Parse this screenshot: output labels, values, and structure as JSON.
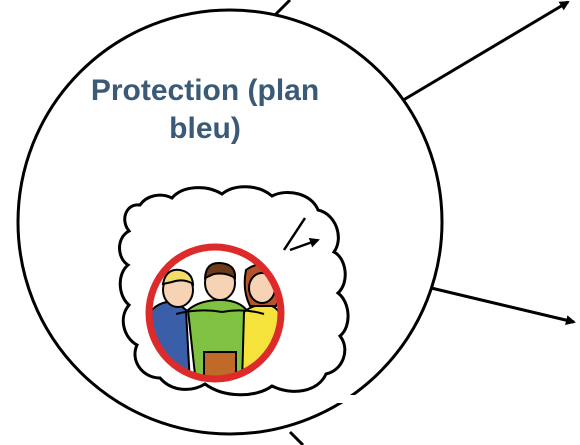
{
  "diagram": {
    "node": {
      "title_line1": "Protection (plan",
      "title_line2": "bleu)",
      "title_color": "#3a5a78",
      "outline_color": "#000000",
      "illustration": {
        "icon": "group-of-people-icon",
        "ring_color": "#dd2a2a",
        "cloud_outline_color": "#000000"
      }
    },
    "connectors": [
      {
        "name": "arrow-top-left",
        "direction": "up-right"
      },
      {
        "name": "arrow-top-right",
        "direction": "up-right"
      },
      {
        "name": "arrow-bottom-right",
        "direction": "right"
      },
      {
        "name": "line-bottom",
        "direction": "down-right"
      }
    ]
  }
}
